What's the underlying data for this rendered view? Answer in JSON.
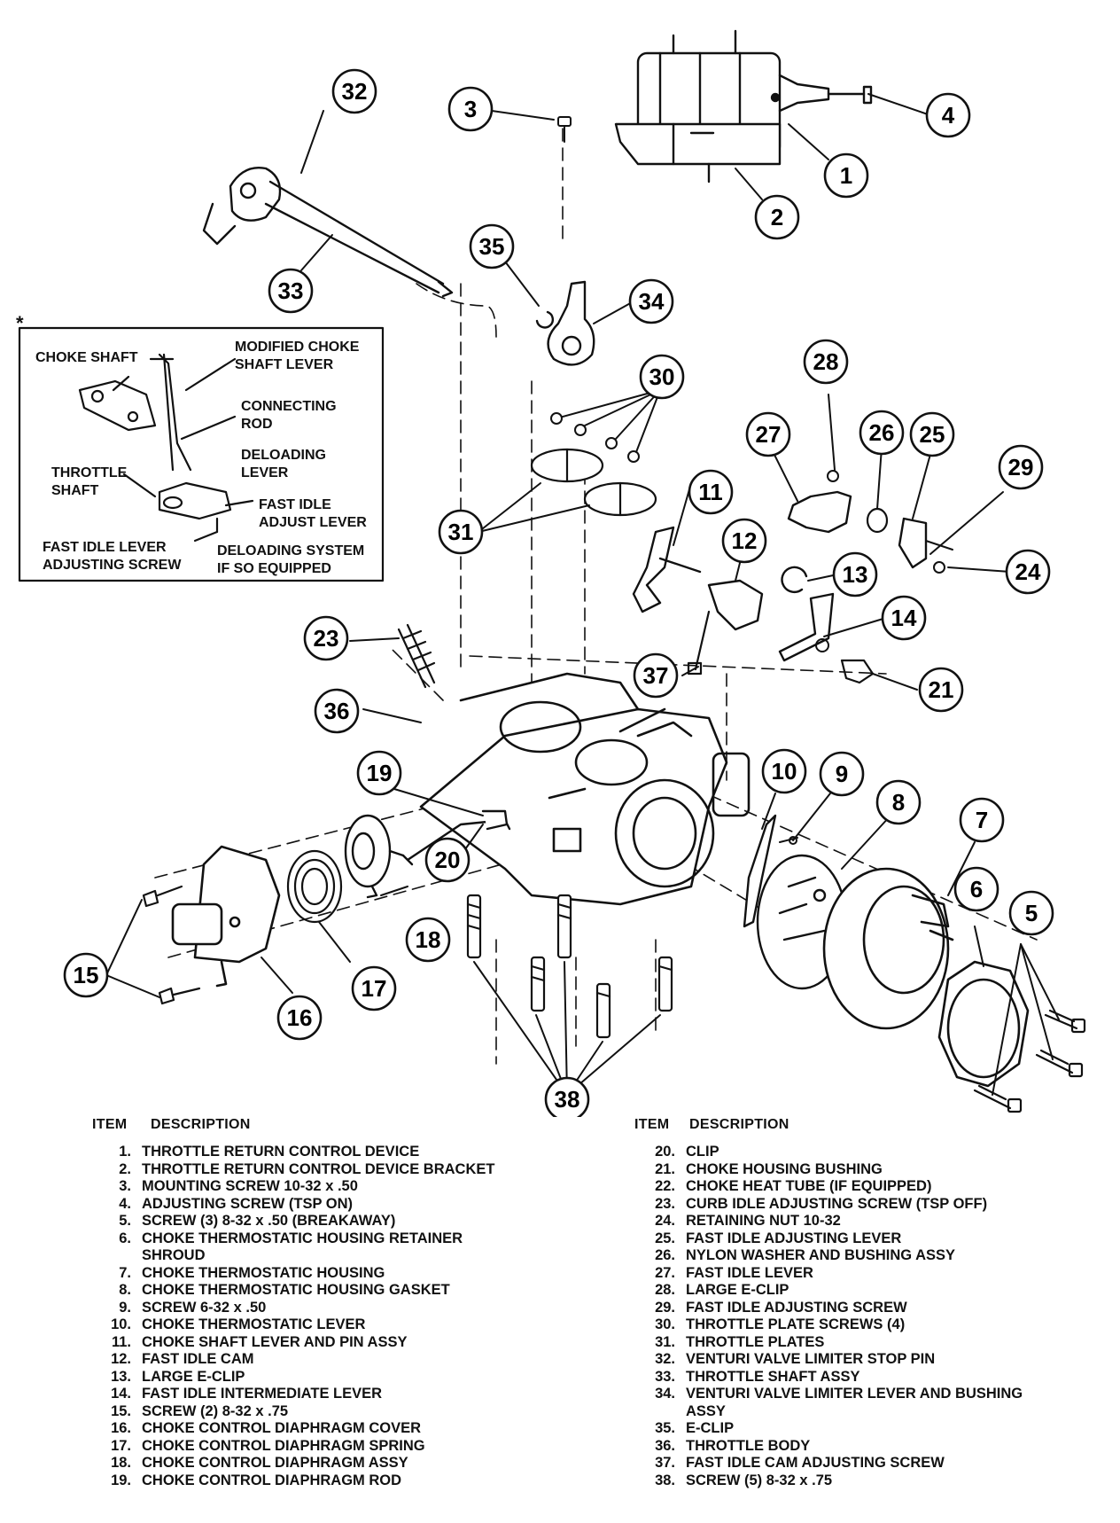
{
  "diagram": {
    "asterisk": "*",
    "callouts": [
      "1",
      "2",
      "3",
      "4",
      "5",
      "6",
      "7",
      "8",
      "9",
      "10",
      "11",
      "12",
      "13",
      "14",
      "15",
      "16",
      "17",
      "18",
      "19",
      "20",
      "21",
      "23",
      "24",
      "25",
      "26",
      "27",
      "28",
      "29",
      "30",
      "31",
      "32",
      "33",
      "34",
      "35",
      "36",
      "37",
      "38"
    ],
    "inset": {
      "choke_shaft": "CHOKE SHAFT",
      "modified_line1": "MODIFIED CHOKE",
      "modified_line2": "SHAFT LEVER",
      "connecting_line1": "CONNECTING",
      "connecting_line2": "ROD",
      "deloading_line1": "DELOADING",
      "deloading_line2": "LEVER",
      "throttle_line1": "THROTTLE",
      "throttle_line2": "SHAFT",
      "fast_idle_line1": "FAST IDLE",
      "fast_idle_line2": "ADJUST LEVER",
      "screw_line1": "FAST IDLE LEVER",
      "screw_line2": "ADJUSTING SCREW",
      "system_line1": "DELOADING SYSTEM",
      "system_line2": "IF SO EQUIPPED"
    }
  },
  "legend": {
    "header_item": "ITEM",
    "header_desc": "DESCRIPTION",
    "left": [
      {
        "n": "1.",
        "d": "THROTTLE RETURN CONTROL DEVICE"
      },
      {
        "n": "2.",
        "d": "THROTTLE RETURN CONTROL DEVICE BRACKET"
      },
      {
        "n": "3.",
        "d": "MOUNTING SCREW 10-32 x .50"
      },
      {
        "n": "4.",
        "d": "ADJUSTING SCREW (TSP ON)"
      },
      {
        "n": "5.",
        "d": "SCREW (3) 8-32 x .50 (BREAKAWAY)"
      },
      {
        "n": "6.",
        "d": "CHOKE THERMOSTATIC HOUSING RETAINER"
      },
      {
        "n": "",
        "d": "SHROUD"
      },
      {
        "n": "7.",
        "d": "CHOKE THERMOSTATIC HOUSING"
      },
      {
        "n": "8.",
        "d": "CHOKE THERMOSTATIC HOUSING GASKET"
      },
      {
        "n": "9.",
        "d": "SCREW 6-32 x .50"
      },
      {
        "n": "10.",
        "d": "CHOKE THERMOSTATIC LEVER"
      },
      {
        "n": "11.",
        "d": "CHOKE SHAFT LEVER AND PIN ASSY"
      },
      {
        "n": "12.",
        "d": "FAST IDLE CAM"
      },
      {
        "n": "13.",
        "d": "LARGE E-CLIP"
      },
      {
        "n": "14.",
        "d": "FAST IDLE INTERMEDIATE LEVER"
      },
      {
        "n": "15.",
        "d": "SCREW (2) 8-32 x .75"
      },
      {
        "n": "16.",
        "d": "CHOKE CONTROL DIAPHRAGM COVER"
      },
      {
        "n": "17.",
        "d": "CHOKE CONTROL DIAPHRAGM SPRING"
      },
      {
        "n": "18.",
        "d": "CHOKE CONTROL DIAPHRAGM ASSY"
      },
      {
        "n": "19.",
        "d": "CHOKE CONTROL DIAPHRAGM ROD"
      }
    ],
    "right": [
      {
        "n": "20.",
        "d": "CLIP"
      },
      {
        "n": "21.",
        "d": "CHOKE HOUSING BUSHING"
      },
      {
        "n": "22.",
        "d": "CHOKE HEAT TUBE (IF EQUIPPED)"
      },
      {
        "n": "23.",
        "d": "CURB IDLE ADJUSTING SCREW (TSP OFF)"
      },
      {
        "n": "24.",
        "d": "RETAINING NUT 10-32"
      },
      {
        "n": "25.",
        "d": "FAST IDLE ADJUSTING LEVER"
      },
      {
        "n": "26.",
        "d": "NYLON WASHER AND BUSHING ASSY"
      },
      {
        "n": "27.",
        "d": "FAST IDLE LEVER"
      },
      {
        "n": "28.",
        "d": "LARGE E-CLIP"
      },
      {
        "n": "29.",
        "d": "FAST IDLE ADJUSTING SCREW"
      },
      {
        "n": "30.",
        "d": "THROTTLE PLATE SCREWS (4)"
      },
      {
        "n": "31.",
        "d": "THROTTLE PLATES"
      },
      {
        "n": "32.",
        "d": "VENTURI VALVE LIMITER STOP PIN"
      },
      {
        "n": "33.",
        "d": "THROTTLE SHAFT ASSY"
      },
      {
        "n": "34.",
        "d": "VENTURI VALVE LIMITER LEVER AND BUSHING"
      },
      {
        "n": "",
        "d": "ASSY"
      },
      {
        "n": "35.",
        "d": "E-CLIP"
      },
      {
        "n": "36.",
        "d": "THROTTLE BODY"
      },
      {
        "n": "37.",
        "d": "FAST IDLE CAM ADJUSTING SCREW"
      },
      {
        "n": "38.",
        "d": "SCREW (5) 8-32 x .75"
      }
    ]
  }
}
